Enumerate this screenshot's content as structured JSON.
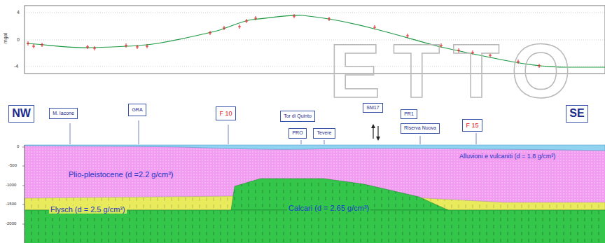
{
  "diagram": {
    "nodes": [
      {
        "text": [
          "NW"
        ]
      },
      {
        "text": [
          "M. Iacone"
        ]
      },
      {
        "text": [
          "GRA"
        ]
      },
      {
        "text": [
          "F 10"
        ]
      },
      {
        "text": [
          "Tor di Quinto"
        ]
      },
      {
        "text": [
          "PRO"
        ]
      },
      {
        "text": [
          "Tevere"
        ]
      },
      {
        "text": [
          "SM17"
        ]
      },
      {
        "text": [
          "PR1"
        ]
      },
      {
        "text": [
          "Riserva Nuova"
        ]
      },
      {
        "text": [
          "F 15"
        ]
      },
      {
        "text": [
          "SE"
        ]
      }
    ],
    "labels": [
      "mgal",
      "4",
      "0",
      "-4",
      "0",
      "-500",
      "-1000",
      "-1500",
      "-2000",
      "Plio-pleistocene (d =2.2 g/cm³)",
      "Flysch (d = 2.5 g/cm³)",
      "Calcari (d = 2.65 g/cm³)",
      "Alluvioni e vulcaniti (d = 1.8 g/cm³)",
      "ETTO"
    ]
  }
}
